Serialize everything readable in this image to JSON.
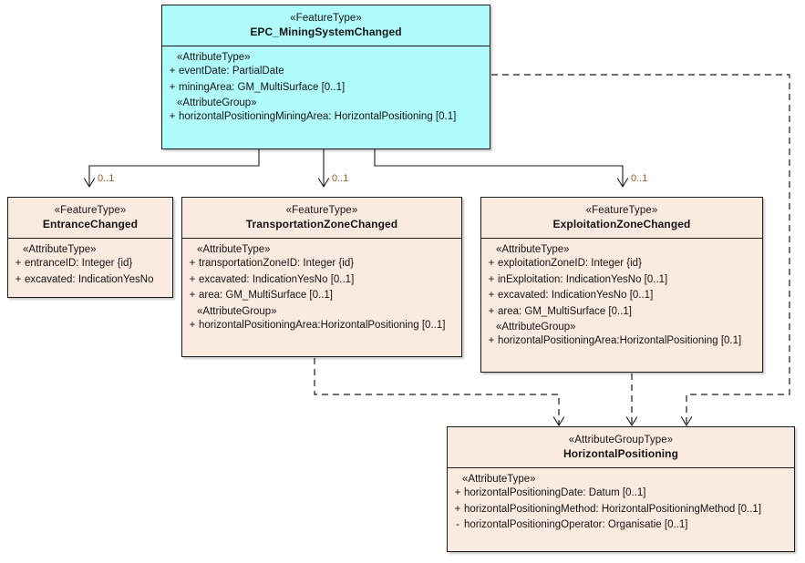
{
  "diagram": {
    "title": "EPC_MiningSystemChanged UML class diagram",
    "colors": {
      "feature_type_fill": "#b0fbfb",
      "changed_type_fill": "#faeae0",
      "line": "#1a1a1a",
      "multiplicity_label": "#9a5a1e"
    }
  },
  "classes": {
    "epc_mining_system_changed": {
      "stereotype": "«FeatureType»",
      "name": "EPC_MiningSystemChanged",
      "compartments": [
        {
          "group": "«AttributeType»",
          "attributes": [
            {
              "visibility": "+",
              "text": "eventDate: PartialDate"
            },
            {
              "visibility": "+",
              "text": "miningArea: GM_MultiSurface [0..1]"
            }
          ]
        },
        {
          "group": "«AttributeGroup»",
          "attributes": [
            {
              "visibility": "+",
              "text": "horizontalPositioningMiningArea: HorizontalPositioning [0.1]"
            }
          ]
        }
      ]
    },
    "entrance_changed": {
      "stereotype": "«FeatureType»",
      "name": "EntranceChanged",
      "compartments": [
        {
          "group": "«AttributeType»",
          "attributes": [
            {
              "visibility": "+",
              "text": "entranceID: Integer {id}"
            },
            {
              "visibility": "+",
              "text": "excavated: IndicationYesNo"
            }
          ]
        }
      ]
    },
    "transportation_zone_changed": {
      "stereotype": "«FeatureType»",
      "name": "TransportationZoneChanged",
      "compartments": [
        {
          "group": "«AttributeType»",
          "attributes": [
            {
              "visibility": "+",
              "text": "transportationZoneID: Integer {id}"
            },
            {
              "visibility": "+",
              "text": "excavated: IndicationYesNo [0..1]"
            },
            {
              "visibility": "+",
              "text": "area: GM_MultiSurface [0..1]"
            }
          ]
        },
        {
          "group": "«AttributeGroup»",
          "attributes": [
            {
              "visibility": "+",
              "text": "horizontalPositioningArea:HorizontalPositioning [0..1]"
            }
          ]
        }
      ]
    },
    "exploitation_zone_changed": {
      "stereotype": "«FeatureType»",
      "name": "ExploitationZoneChanged",
      "compartments": [
        {
          "group": "«AttributeType»",
          "attributes": [
            {
              "visibility": "+",
              "text": "exploitationZoneID: Integer {id}"
            },
            {
              "visibility": "+",
              "text": "inExploitation: IndicationYesNo [0..1]"
            },
            {
              "visibility": "+",
              "text": "excavated: IndicationYesNo [0..1]"
            },
            {
              "visibility": "+",
              "text": "area: GM_MultiSurface [0..1]"
            }
          ]
        },
        {
          "group": "«AttributeGroup»",
          "attributes": [
            {
              "visibility": "+",
              "text": "horizontalPositioningArea:HorizontalPositioning [0.1]"
            }
          ]
        }
      ]
    },
    "horizontal_positioning": {
      "stereotype": "«AttributeGroupType»",
      "name": "HorizontalPositioning",
      "compartments": [
        {
          "group": "«AttributeType»",
          "attributes": [
            {
              "visibility": "+",
              "text": "horizontalPositioningDate: Datum [0..1]"
            },
            {
              "visibility": "+",
              "text": "horizontalPositioningMethod: HorizontalPositioningMethod [0..1]"
            },
            {
              "visibility": "-",
              "text": "horizontalPositioningOperator: Organisatie [0..1]"
            }
          ]
        }
      ]
    }
  },
  "edges": {
    "association_multiplicities": [
      {
        "id": "to-entrance",
        "label": "0..1"
      },
      {
        "id": "to-transportation-zone",
        "label": "0..1"
      },
      {
        "id": "to-exploitation-zone",
        "label": "0..1"
      }
    ]
  }
}
